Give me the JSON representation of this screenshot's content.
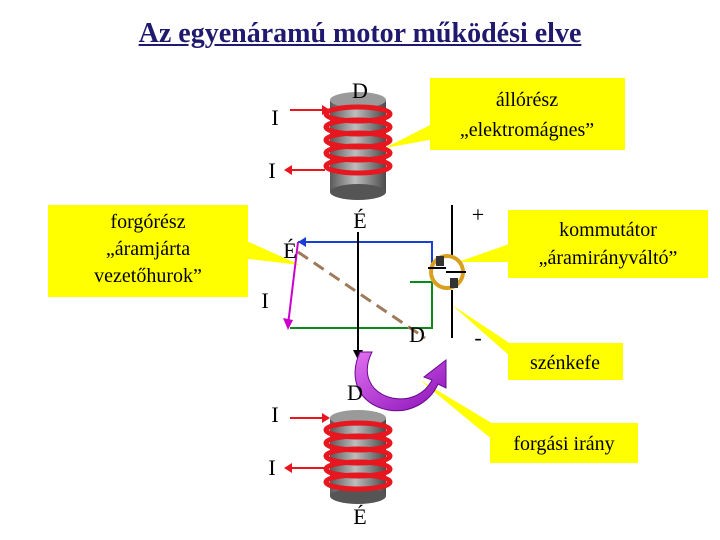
{
  "title": "Az egyenáramú motor működési elve",
  "callouts": {
    "stator": [
      "állórész",
      "„elektromágnes”"
    ],
    "rotor": [
      "forgórész",
      "„áramjárta",
      "vezetőhurok”"
    ],
    "commutator": [
      "kommutátor",
      "„áramirányváltó”"
    ],
    "brush": "szénkefe",
    "rotation": "forgási irány"
  },
  "labels": {
    "top_magnet_pole": "D",
    "top_current_1": "I",
    "top_current_2": "I",
    "loop_north_top": "É",
    "loop_north_left": "É",
    "loop_current": "I",
    "loop_south": "D",
    "plus": "+",
    "minus": "-",
    "bottom_magnet_pole": "D",
    "bottom_current_1": "I",
    "bottom_current_2": "I",
    "bottom_north": "É"
  },
  "colors": {
    "title": "#1f1a6e",
    "callout_fill": "#ffff00",
    "coil": "#e8161e",
    "core": "#8c8c8c",
    "wire_blue": "#1a3fd6",
    "wire_green": "#0a8a1a",
    "wire_magenta": "#cc00cc",
    "field_line": "#9e7a5a",
    "commutator": "#d9a020",
    "arrow_purple": "#a020c8"
  }
}
